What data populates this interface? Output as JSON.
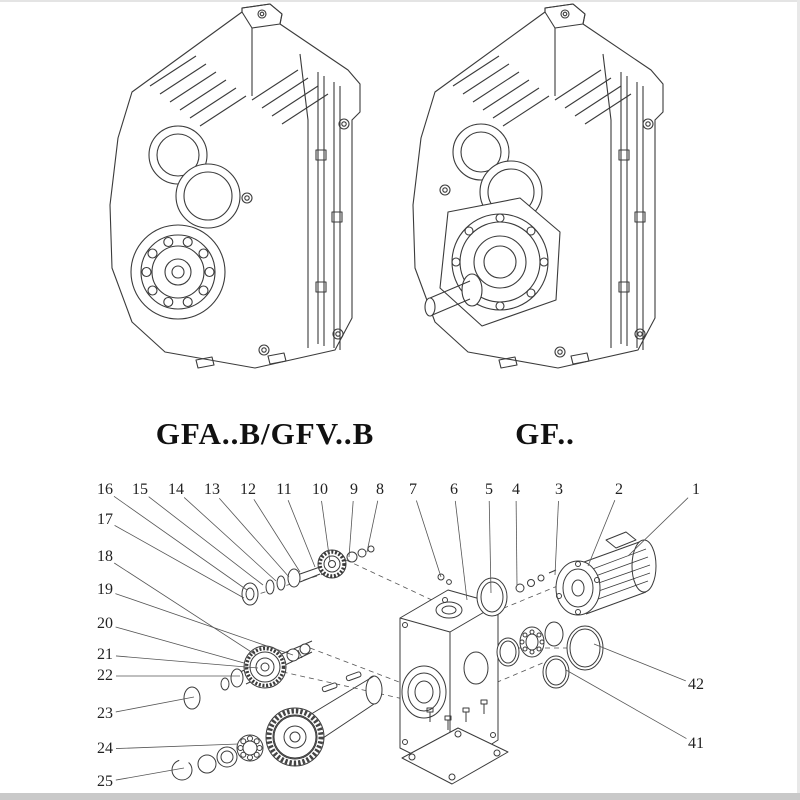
{
  "page": {
    "background": "#ffffff",
    "line_color": "#3b3b3b",
    "edge_color": "#c9c9c9"
  },
  "drawings": {
    "left_model_label": "GFA..B/GFV..B",
    "right_model_label": "GF.."
  },
  "exploded_view": {
    "callouts_top": [
      "16",
      "15",
      "14",
      "13",
      "12",
      "11",
      "10",
      "9",
      "8",
      "7",
      "6",
      "5",
      "4",
      "3",
      "2",
      "1"
    ],
    "callouts_left": [
      "17",
      "18",
      "19",
      "20",
      "21",
      "22",
      "23",
      "24",
      "25"
    ],
    "callouts_right": [
      "42",
      "41"
    ]
  }
}
